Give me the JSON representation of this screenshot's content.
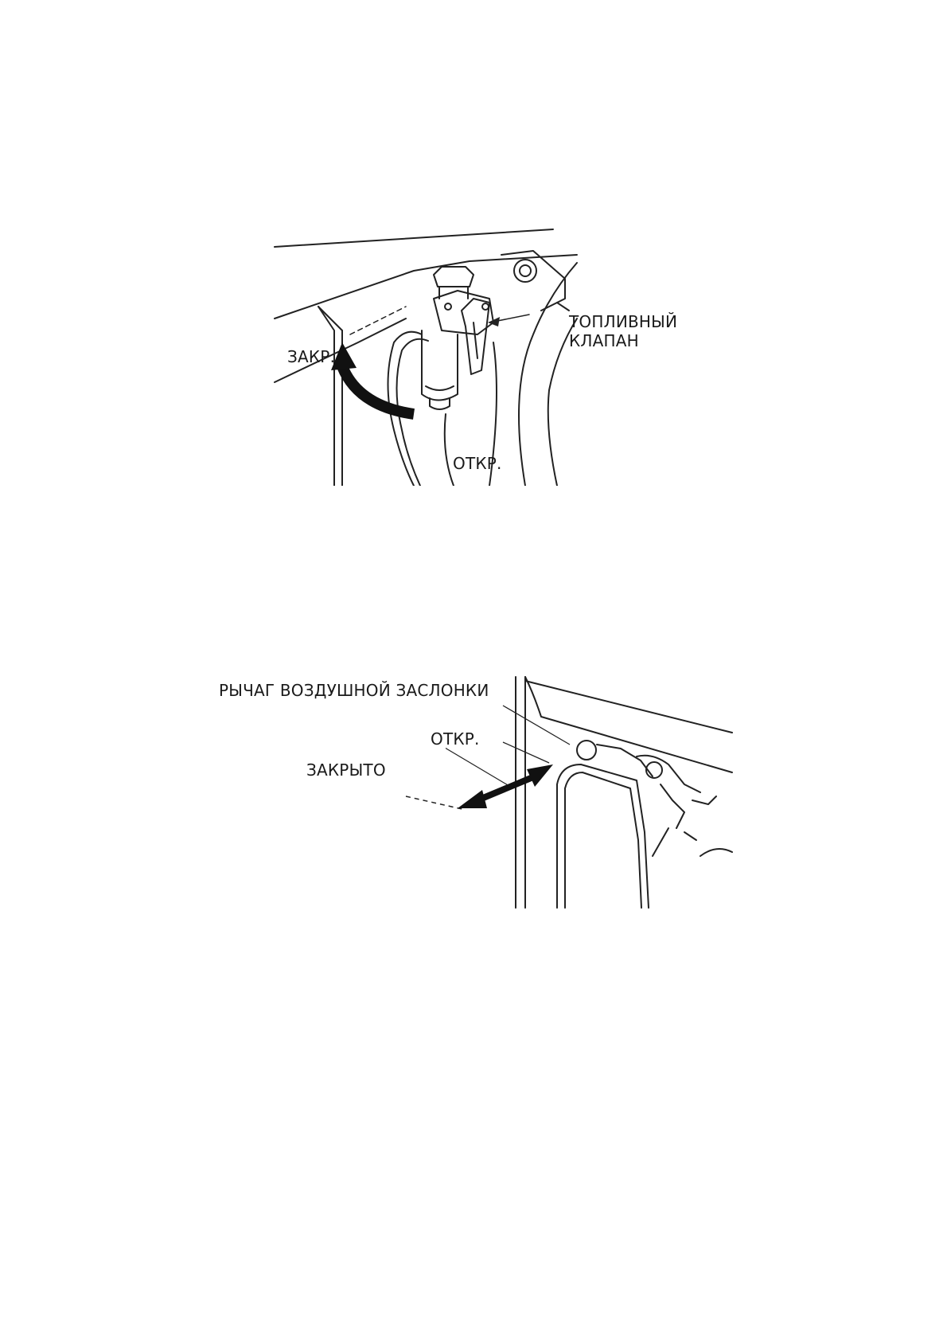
{
  "figure1": {
    "labels": {
      "closed": "ЗАКР.",
      "open": "ОТКР.",
      "fuel_valve": "ТОПЛИВНЫЙ КЛАПАН"
    }
  },
  "figure2": {
    "labels": {
      "choke_lever": "РЫЧАГ ВОЗДУШНОЙ ЗАСЛОНКИ",
      "open": "ОТКР.",
      "closed": "ЗАКРЫТО"
    }
  }
}
